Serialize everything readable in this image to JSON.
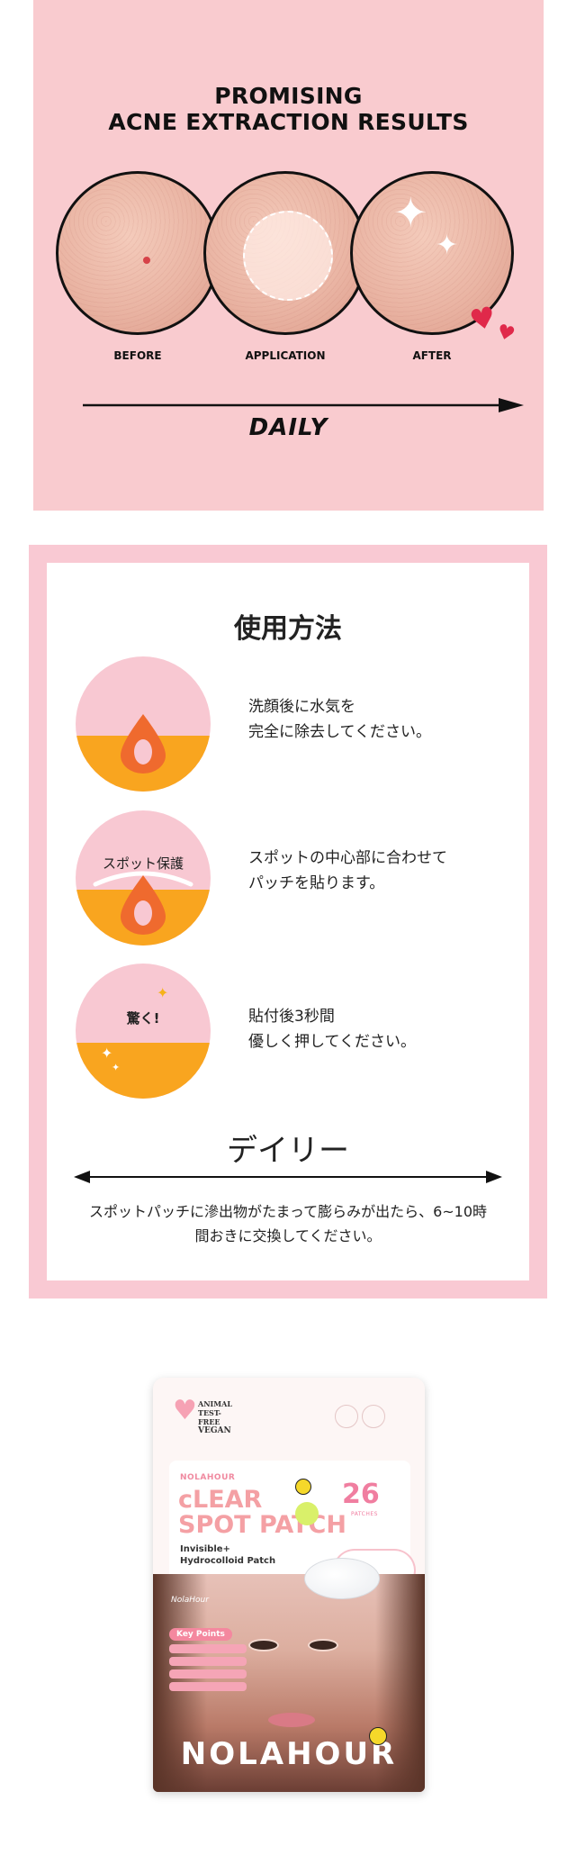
{
  "results_panel": {
    "title_line1": "PROMISING",
    "title_line2": "ACNE EXTRACTION RESULTS",
    "steps": [
      "BEFORE",
      "APPLICATION",
      "AFTER"
    ],
    "timeline_label": "DAILY",
    "background_color": "#f9cbcf",
    "icons": [
      "sparkle-icon",
      "heart-icon",
      "arrow-right-icon"
    ]
  },
  "usage_panel": {
    "title": "使用方法",
    "steps": [
      {
        "line1": "洗顔後に水気を",
        "line2": "完全に除去してください。",
        "icon": "drop-icon"
      },
      {
        "icon_text": "スポット保護",
        "line1": "スポットの中心部に合わせて",
        "line2": "パッチを貼ります。",
        "icon": "patch-icon"
      },
      {
        "icon_text": "驚く!",
        "line1": "貼付後3秒間",
        "line2": "優しく押してください。",
        "icon": "sparkle-icon"
      }
    ],
    "daily_label": "デイリー",
    "note": "スポットパッチに滲出物がたまって膨らみが出たら、6~10時間おきに交換してください。",
    "frame_color": "#f9c9d3",
    "fill_color": "#f9a51f"
  },
  "package": {
    "badge_line1": "ANIMAL",
    "badge_line2": "TEST-FREE",
    "badge_line3": "VEGAN",
    "brand_small": "NOLAHOUR",
    "title_line1": "cLEAR",
    "title_line2": "SPOT PATCH",
    "subtitle_line1": "Invisible+",
    "subtitle_line2": "Hydrocolloid Patch",
    "count": "26",
    "count_label": "PATCHES",
    "brand_script": "NolaHour",
    "key_points_title": "Key Points",
    "wordmark": "NOLAHOUR"
  }
}
